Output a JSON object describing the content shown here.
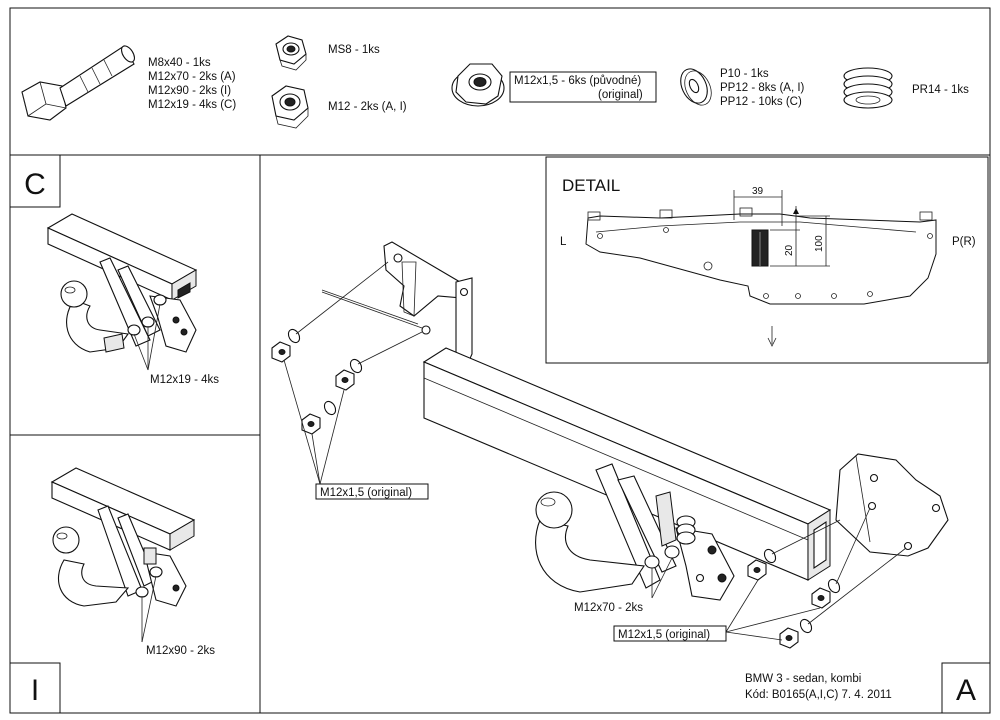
{
  "parts": {
    "bolt": [
      "M8x40 - 1ks",
      "M12x70 - 2ks (A)",
      "M12x90 - 2ks (I)",
      "M12x19 - 4ks (C)"
    ],
    "nut_ms8": "MS8 - 1ks",
    "nut_m12": "M12 - 2ks (A, I)",
    "flange_nut": [
      "M12x1,5 - 6ks (původné)",
      "(original)"
    ],
    "washers": [
      "P10 - 1ks",
      "PP12 - 8ks (A, I)",
      "PP12 - 10ks (C)"
    ],
    "spring": "PR14 - 1ks"
  },
  "views": {
    "c": {
      "letter": "C",
      "label": "M12x19 - 4ks"
    },
    "i": {
      "letter": "I",
      "label": "M12x90 - 2ks"
    },
    "a": {
      "letter": "A",
      "label_left": "M12x1,5 (original)",
      "label_bolts": "M12x70 - 2ks",
      "label_right": "M12x1,5 (original)"
    }
  },
  "detail": {
    "title": "DETAIL",
    "left": "L",
    "right": "P(R)",
    "dim_width": "39",
    "dim_small": "20",
    "dim_height": "100"
  },
  "title_block": {
    "model": "BMW 3 - sedan, kombi",
    "code": "Kód: B0165(A,I,C)  7. 4. 2011"
  },
  "colors": {
    "line": "#111111",
    "background": "#ffffff"
  }
}
